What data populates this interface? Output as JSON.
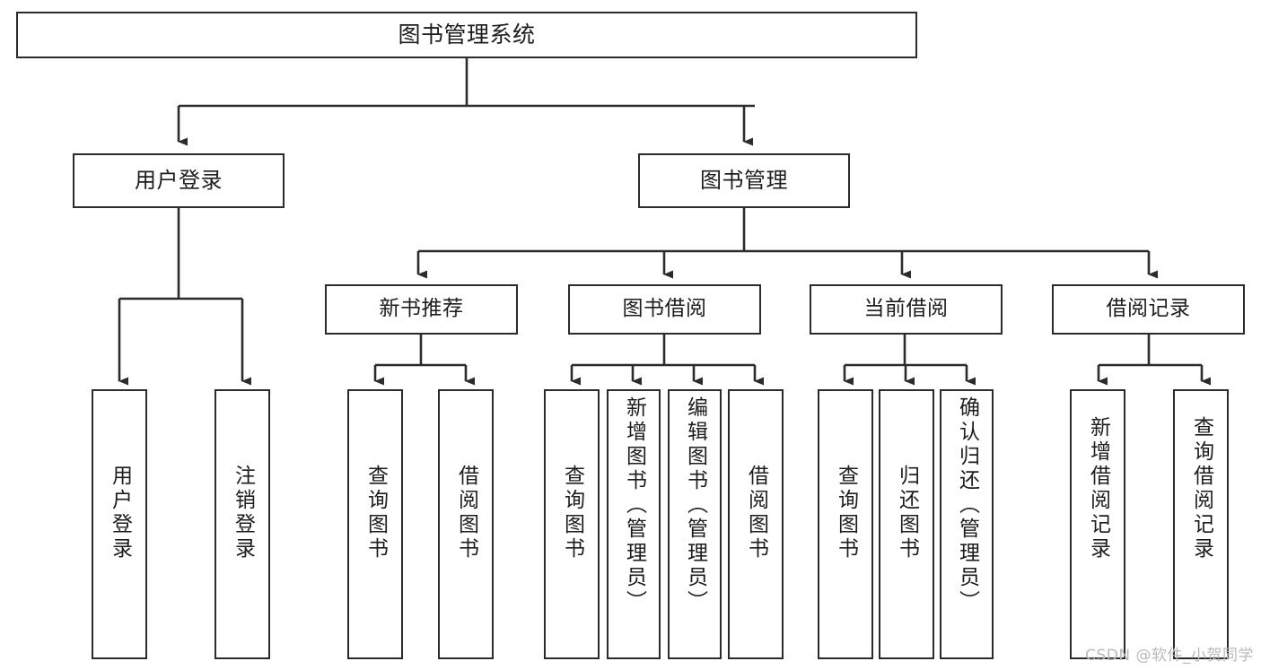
{
  "diagram": {
    "type": "tree-hierarchy-chart",
    "title": "图书管理系统",
    "watermark": "CSDN @软件_小贺同学",
    "colors": {
      "stroke": "#2b2b2b",
      "fill": "#ffffff",
      "text": "#1d1d1a",
      "watermark": "#b9b9b9"
    },
    "nodes": {
      "root": {
        "label": "图书管理系统"
      },
      "level2": [
        {
          "id": "user-login",
          "label": "用户登录"
        },
        {
          "id": "book-management",
          "label": "图书管理"
        }
      ],
      "level3": [
        {
          "id": "new-book-recommend",
          "label": "新书推荐"
        },
        {
          "id": "book-borrow",
          "label": "图书借阅"
        },
        {
          "id": "current-borrow",
          "label": "当前借阅"
        },
        {
          "id": "borrow-record",
          "label": "借阅记录"
        }
      ],
      "level4": [
        {
          "id": "leaf-user-login",
          "label": "用户登录",
          "parent": "user-login"
        },
        {
          "id": "leaf-logout-login",
          "label": "注销登录",
          "parent": "user-login"
        },
        {
          "id": "leaf-query-book-1",
          "label": "查询图书",
          "parent": "new-book-recommend"
        },
        {
          "id": "leaf-borrow-book-1",
          "label": "借阅图书",
          "parent": "new-book-recommend"
        },
        {
          "id": "leaf-query-book-2",
          "label": "查询图书",
          "parent": "book-borrow"
        },
        {
          "id": "leaf-add-book",
          "label": "新增图书（管理员）",
          "parent": "book-borrow"
        },
        {
          "id": "leaf-edit-book",
          "label": "编辑图书（管理员）",
          "parent": "book-borrow"
        },
        {
          "id": "leaf-borrow-book-2",
          "label": "借阅图书",
          "parent": "book-borrow"
        },
        {
          "id": "leaf-query-book-3",
          "label": "查询图书",
          "parent": "current-borrow"
        },
        {
          "id": "leaf-return-book",
          "label": "归还图书",
          "parent": "current-borrow"
        },
        {
          "id": "leaf-confirm-return",
          "label": "确认归还（管理员）",
          "parent": "current-borrow"
        },
        {
          "id": "leaf-add-record",
          "label": "新增借阅记录",
          "parent": "borrow-record"
        },
        {
          "id": "leaf-query-record",
          "label": "查询借阅记录",
          "parent": "borrow-record"
        }
      ]
    }
  }
}
